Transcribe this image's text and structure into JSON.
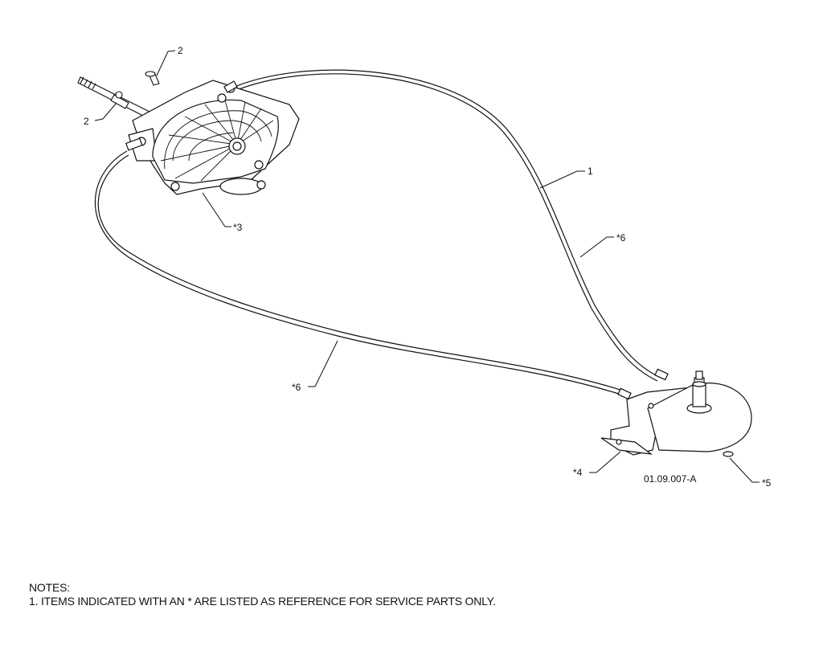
{
  "diagram": {
    "callouts": {
      "item_2_top": "2",
      "item_2_left": "2",
      "item_3": "*3",
      "item_1": "1",
      "item_6_right": "*6",
      "item_6_bottom": "*6",
      "item_4": "*4",
      "item_5": "*5"
    },
    "drawing_number": "01.09.007-A"
  },
  "notes": {
    "heading": "NOTES:",
    "items": [
      "1. ITEMS INDICATED WITH AN * ARE LISTED AS REFERENCE FOR SERVICE PARTS ONLY."
    ]
  },
  "colors": {
    "line": "#111111",
    "background": "#ffffff"
  }
}
